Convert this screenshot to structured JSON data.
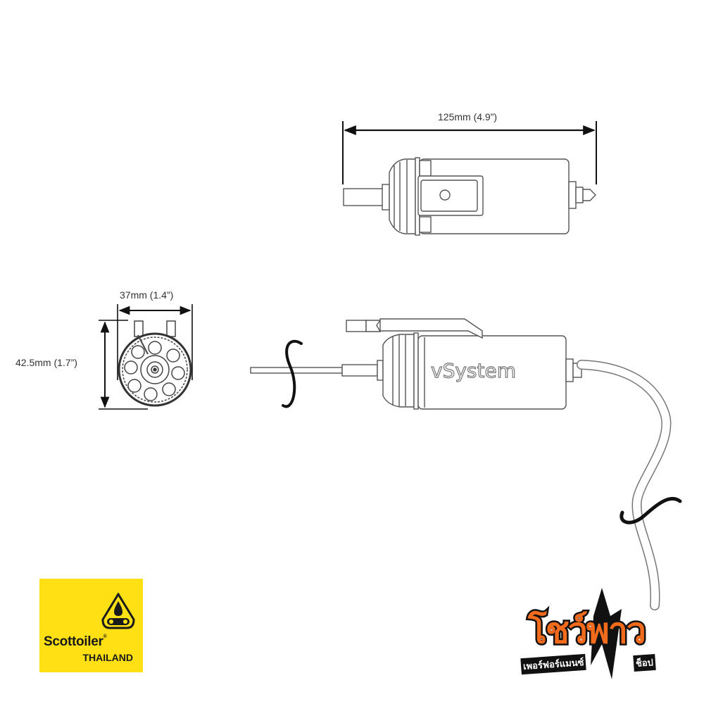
{
  "dimensions": {
    "length": "125mm (4.9”)",
    "width": "37mm (1.4”)",
    "height": "42.5mm (1.7”)"
  },
  "product": {
    "name": "vSystem"
  },
  "logos": {
    "left": {
      "brand": "Scottoiler",
      "registered": "®",
      "country": "THAILAND",
      "background_color": "#ffe014"
    },
    "right": {
      "main_text": "โชว์พาว",
      "sub_text_left": "เพอร์ฟอร์แมนซ์",
      "sub_text_right": "ช็อป",
      "accent_color": "#f26a1b"
    }
  }
}
